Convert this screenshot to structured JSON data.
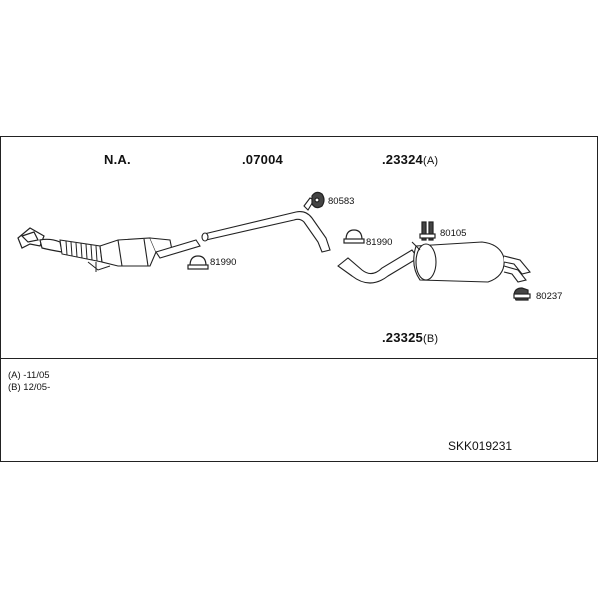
{
  "labels": {
    "na": "N.A.",
    "part_07004": ".07004",
    "part_23324": ".23324",
    "part_23324_suffix": "(A)",
    "part_23325": ".23325",
    "part_23325_suffix": "(B)",
    "clamp_81990_left": "81990",
    "clamp_81990_mid": "81990",
    "hanger_80583": "80583",
    "hanger_80105": "80105",
    "hanger_80237": "80237"
  },
  "notes": {
    "a": "(A)  -11/05",
    "b": "(B)  12/05-"
  },
  "kit_code": "SKK019231"
}
